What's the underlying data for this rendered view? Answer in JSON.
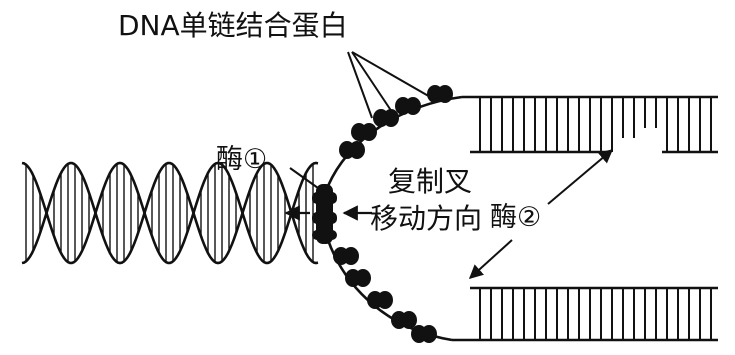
{
  "labels": {
    "ssb": "DNA单链结合蛋白",
    "enzyme1": "酶①",
    "fork_line1": "复制叉",
    "fork_line2": "移动方向",
    "enzyme2": "酶②"
  },
  "colors": {
    "ink": "#111111",
    "background": "#ffffff"
  }
}
